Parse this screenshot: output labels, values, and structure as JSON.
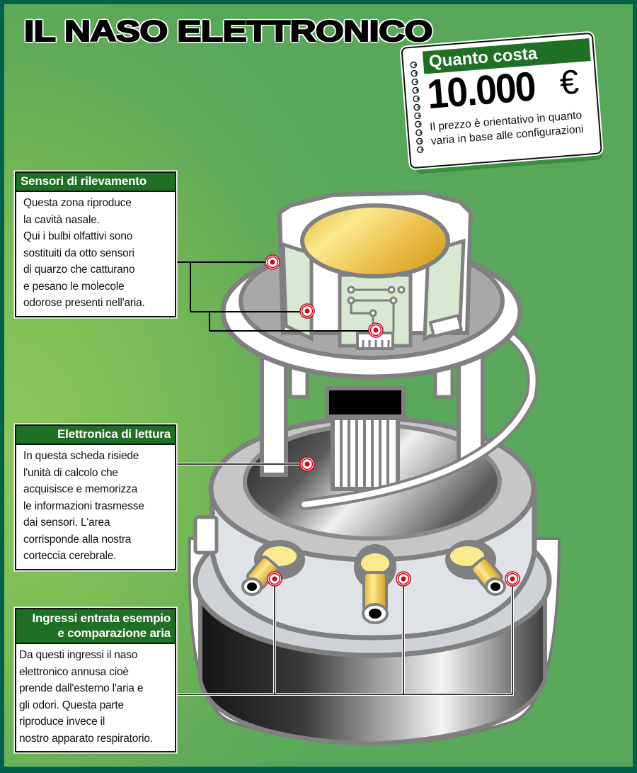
{
  "title": "IL NASO ELETTRONICO",
  "price_card": {
    "header": "Quanto costa",
    "amount": "10.000",
    "currency_symbol": "€",
    "note_lines": [
      "Il prezzo è orientativo in quanto",
      "varia in base alle configurazioni"
    ]
  },
  "callouts": [
    {
      "id": "sensori",
      "header": "Sensori di rilevamento",
      "lines": [
        "Questa zona riproduce",
        "la cavità nasale.",
        "Qui i bulbi olfattivi sono",
        "sostituiti da otto sensori",
        "di quarzo che catturano",
        "e pesano le  molecole",
        "odorose presenti nell'aria."
      ]
    },
    {
      "id": "elettronica",
      "header": "Elettronica di lettura",
      "lines": [
        "In questa scheda risiede",
        "l'unità di calcolo che",
        "acquisisce e memorizza",
        "le informazioni trasmesse",
        "dai sensori. L'area",
        "corrisponde alla nostra",
        "corteccia cerebrale."
      ]
    },
    {
      "id": "ingressi",
      "header_lines": [
        "Ingressi entrata esempio",
        "e comparazione aria"
      ],
      "lines": [
        "Da questi ingressi il naso",
        "elettronico annusa cioè",
        "prende dall'esterno l'aria e",
        "gli odori. Questa parte",
        "riproduce invece il",
        "nostro apparato respiratorio."
      ]
    }
  ],
  "colors": {
    "frame": "#05604a",
    "background_green": "#58a75a",
    "background_light_green": "#8cc75a",
    "header_green": "#1f6f25",
    "marker_red": "#d0021b",
    "device_gray": "#808080",
    "device_light": "#dfe3e8",
    "gold": "#e8b838"
  }
}
